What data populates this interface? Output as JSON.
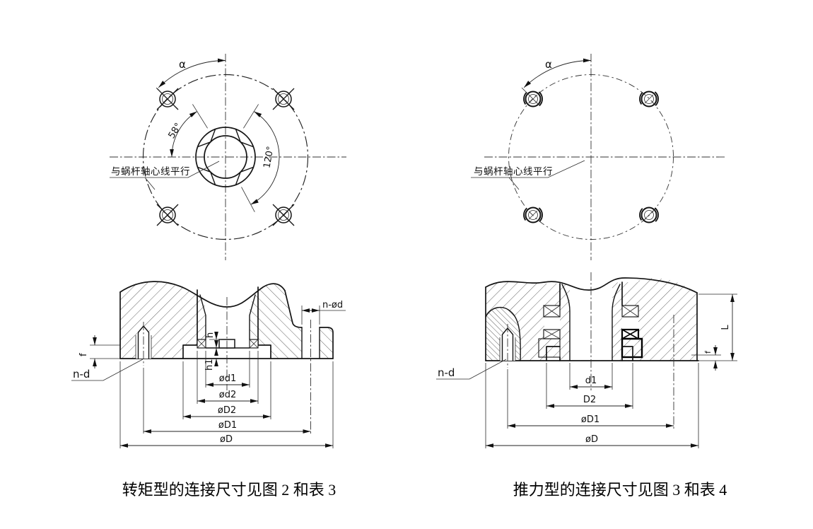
{
  "drawing": {
    "left_figure": {
      "caption": "转矩型的连接尺寸见图 2 和表 3",
      "top_view": {
        "angle_label": "α",
        "arc_58_label": "58°",
        "arc_120_label": "120°",
        "leader_note": "与蜗杆轴心线平行"
      },
      "section_view": {
        "bolt_hole_label": "n-ød",
        "tapped_hole_label": "n-d",
        "flange_thickness_label": "f",
        "key_height_label": "h",
        "recess_depth_label": "h1",
        "dia_d1_label": "ød1",
        "dia_d2_label": "ød2",
        "dia_D2_label": "øD2",
        "dia_D1_label": "øD1",
        "dia_D_label": "øD"
      }
    },
    "right_figure": {
      "caption": "推力型的连接尺寸见图 3 和表 4",
      "top_view": {
        "angle_label": "α",
        "leader_note": "与蜗杆轴心线平行"
      },
      "section_view": {
        "tapped_hole_label": "n-d",
        "dia_d1_label": "d1",
        "dia_D2_label": "D2",
        "dia_D1_label": "øD1",
        "dia_D_label": "øD",
        "height_label": "L",
        "flange_thickness_label": "f"
      }
    }
  }
}
